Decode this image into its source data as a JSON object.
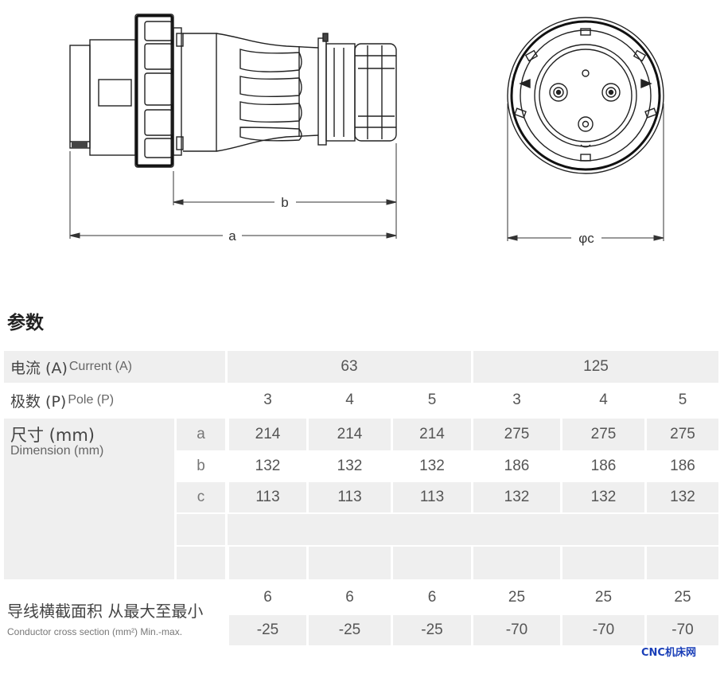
{
  "drawing": {
    "dim_a": "a",
    "dim_b": "b",
    "dim_c": "φc"
  },
  "section_title": "参数",
  "table": {
    "current_label_zh": "电流 (A)",
    "current_label_en": "Current (A)",
    "current_63": "63",
    "current_125": "125",
    "pole_label_zh": "极数 (P)",
    "pole_label_en": "Pole (P)",
    "poles": [
      "3",
      "4",
      "5",
      "3",
      "4",
      "5"
    ],
    "dimension_label_zh": "尺寸 (mm)",
    "dimension_label_en": "Dimension (mm)",
    "dim_rows": [
      {
        "sub": "a",
        "values": [
          "214",
          "214",
          "214",
          "275",
          "275",
          "275"
        ]
      },
      {
        "sub": "b",
        "values": [
          "132",
          "132",
          "132",
          "186",
          "186",
          "186"
        ]
      },
      {
        "sub": "c",
        "values": [
          "113",
          "113",
          "113",
          "132",
          "132",
          "132"
        ]
      }
    ],
    "conductor_label_zh": "导线横截面积 从最大至最小",
    "conductor_label_en": "Conductor cross section (mm²) Min.-max.",
    "conductor_min": [
      "6",
      "6",
      "6",
      "25",
      "25",
      "25"
    ],
    "conductor_max": [
      "-25",
      "-25",
      "-25",
      "-70",
      "-70",
      "-70"
    ]
  },
  "watermark": "CNC机床网"
}
